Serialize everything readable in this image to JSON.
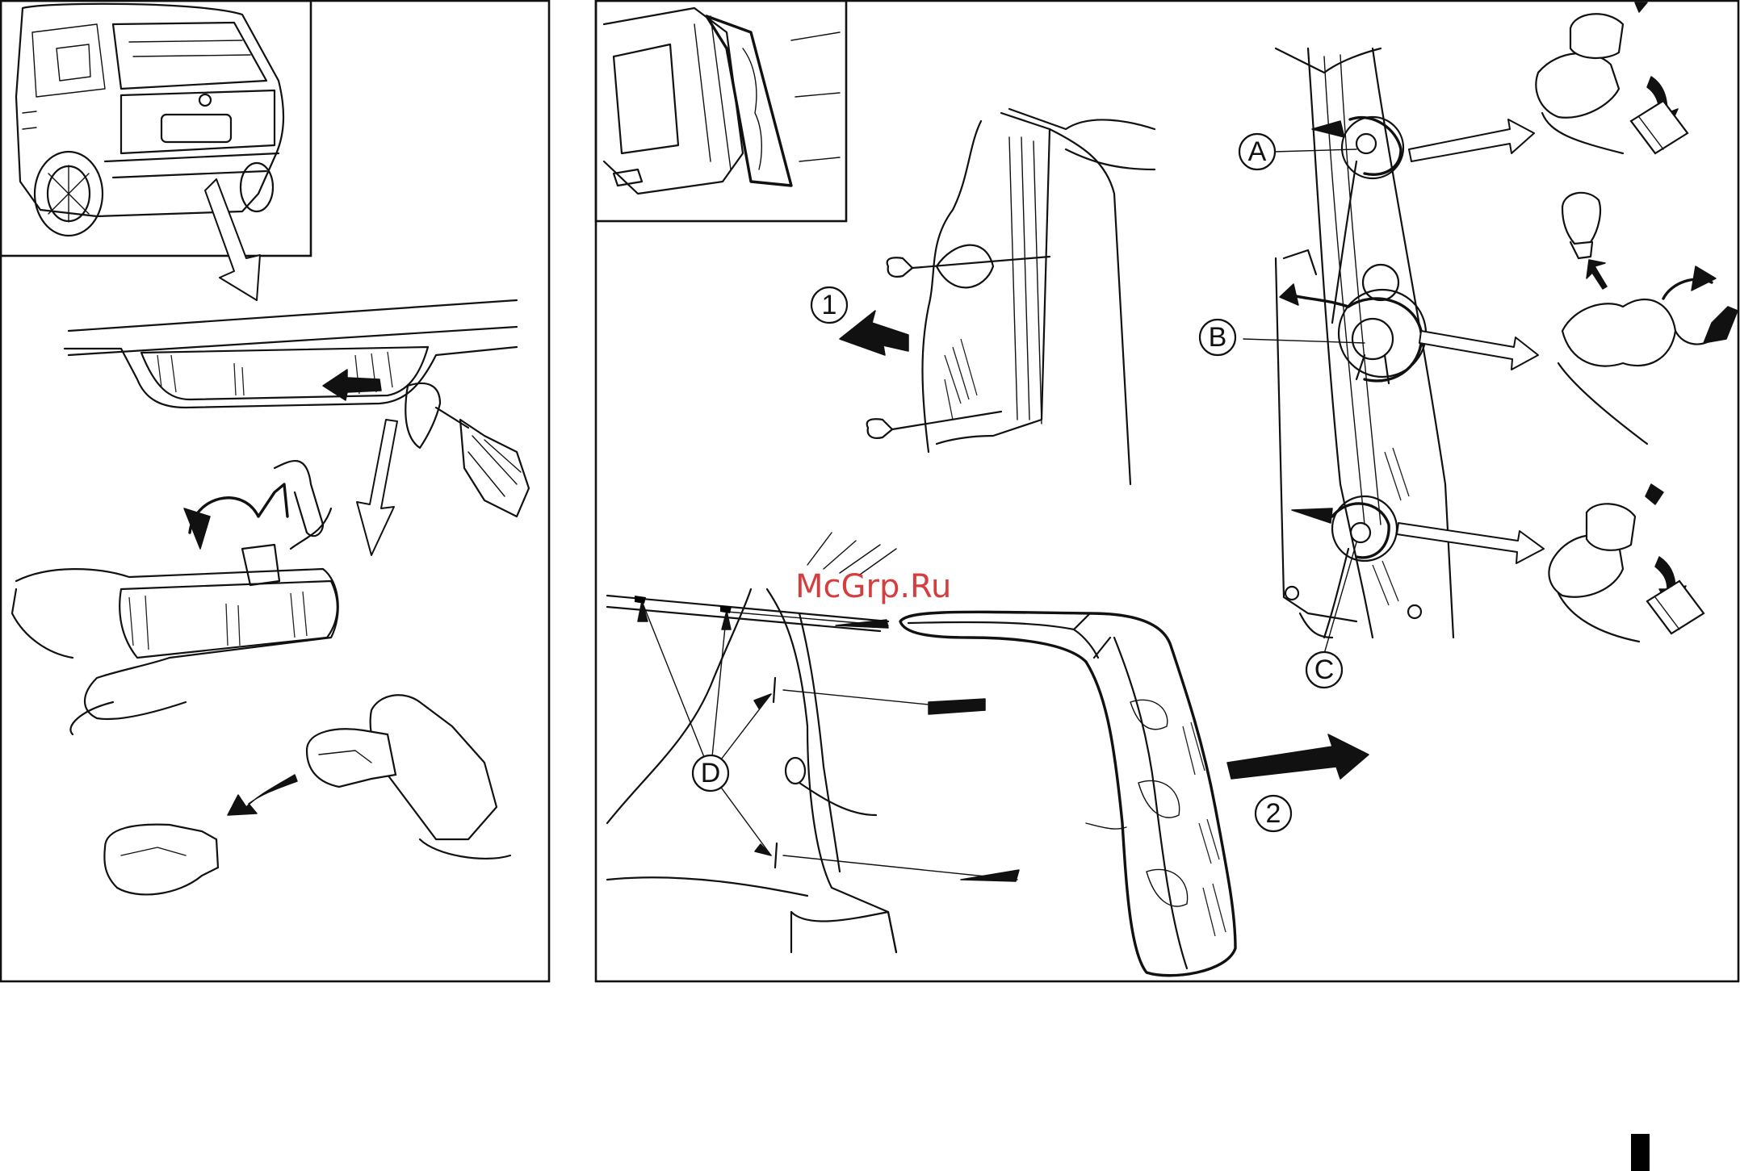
{
  "watermark": "McGrp.Ru",
  "callouts": {
    "one": "1",
    "two": "2",
    "a": "A",
    "b": "B",
    "c": "C",
    "d": "D"
  },
  "colors": {
    "line": "#111111",
    "watermark": "#d02a2a",
    "background": "#ffffff"
  }
}
